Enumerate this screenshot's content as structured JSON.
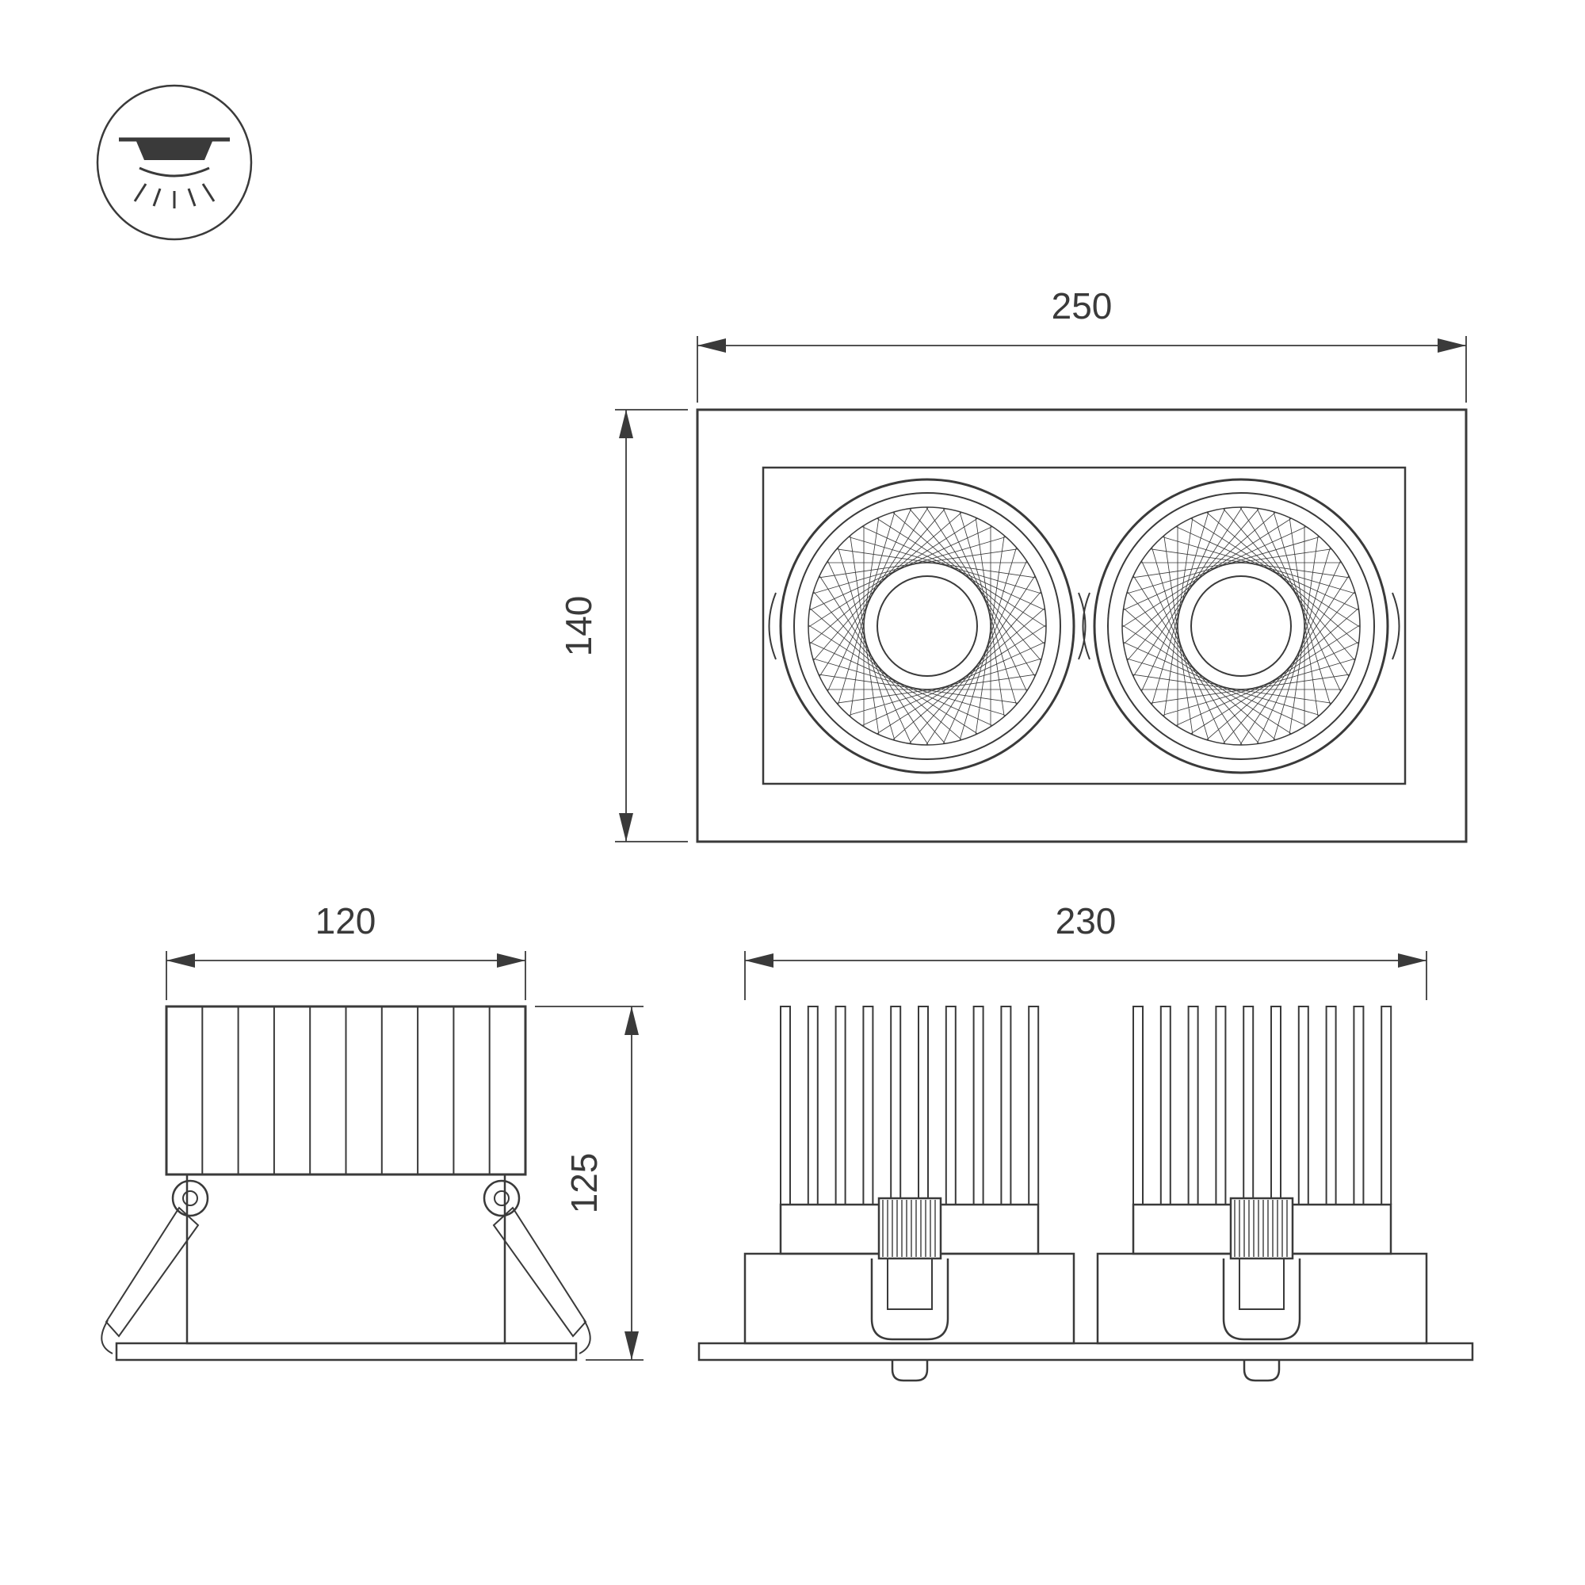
{
  "page": {
    "background": "#ffffff"
  },
  "icon": {
    "name": "recessed-downlight-icon"
  },
  "views": {
    "front": {
      "width_label": "250",
      "height_label": "140"
    },
    "side": {
      "width_label": "120",
      "height_label": "125"
    },
    "long_side": {
      "width_label": "230"
    }
  },
  "colors": {
    "line": "#3a3a3a",
    "background": "#ffffff"
  }
}
